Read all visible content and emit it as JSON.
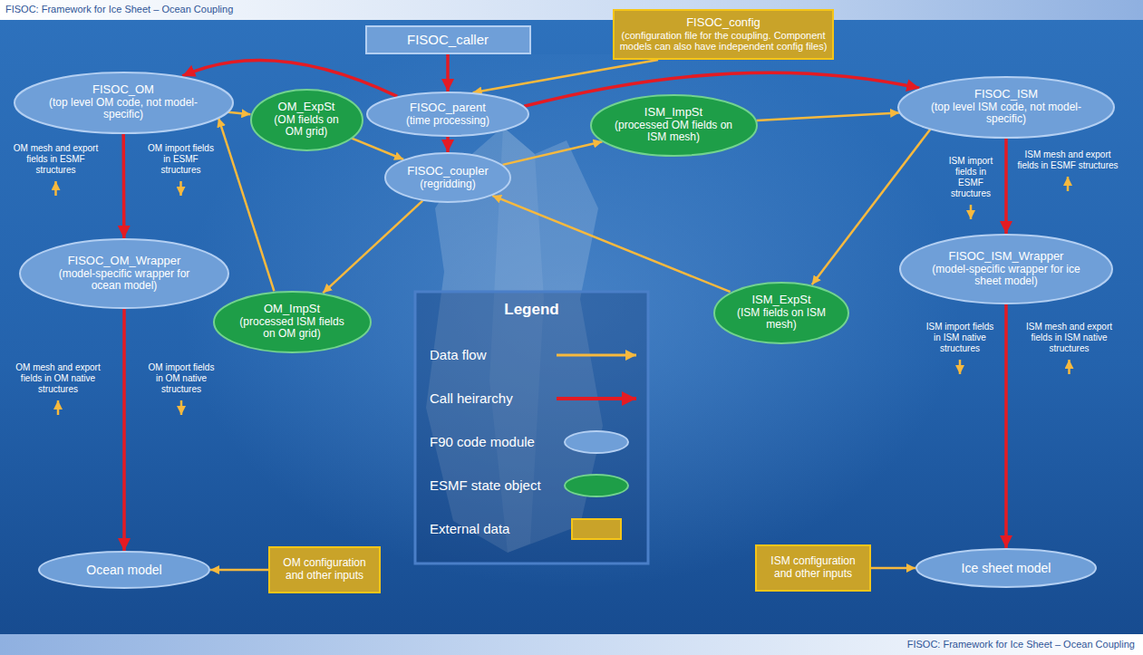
{
  "diagram": {
    "nodes": [
      {
        "text": [
          "FISOC_caller"
        ]
      },
      {
        "text": [
          "FISOC_config",
          "(configuration file for the coupling. Component models can also have independent config files)"
        ]
      },
      {
        "text": [
          "FISOC_parent",
          "(time processing)"
        ]
      },
      {
        "text": [
          "FISOC_OM",
          "(top level OM code, not model-specific)"
        ]
      },
      {
        "text": [
          "OM_ExpSt",
          "(OM fields on OM grid)"
        ]
      },
      {
        "text": [
          "FISOC_coupler",
          "(regridding)"
        ]
      },
      {
        "text": [
          "ISM_ImpSt",
          "(processed OM fields on ISM mesh)"
        ]
      },
      {
        "text": [
          "FISOC_ISM",
          "(top level ISM code, not model-specific)"
        ]
      },
      {
        "text": [
          "OM_ImpSt",
          "(processed ISM fields on OM grid)"
        ]
      },
      {
        "text": [
          "ISM_ExpSt",
          "(ISM fields on ISM mesh)"
        ]
      },
      {
        "text": [
          "FISOC_OM_Wrapper",
          "(model-specific wrapper for ocean model)"
        ]
      },
      {
        "text": [
          "FISOC_ISM_Wrapper",
          "(model-specific wrapper for ice sheet model)"
        ]
      },
      {
        "text": [
          "Ocean model"
        ]
      },
      {
        "text": [
          "OM configuration and other inputs"
        ]
      },
      {
        "text": [
          "Ice sheet model"
        ]
      },
      {
        "text": [
          "ISM configuration and other inputs"
        ]
      }
    ],
    "edges": [
      {
        "from": 0,
        "to": 2,
        "arrow": "to"
      },
      {
        "from": 1,
        "to": 2,
        "arrow": "to"
      },
      {
        "from": 2,
        "to": 3,
        "arrow": "to"
      },
      {
        "from": 2,
        "to": 5,
        "arrow": "to"
      },
      {
        "from": 2,
        "to": 7,
        "arrow": "to"
      },
      {
        "from": 3,
        "to": 4,
        "arrow": "to"
      },
      {
        "from": 4,
        "to": 5,
        "arrow": "to"
      },
      {
        "from": 5,
        "to": 6,
        "arrow": "to"
      },
      {
        "from": 6,
        "to": 7,
        "arrow": "to"
      },
      {
        "from": 7,
        "to": 9,
        "arrow": "to"
      },
      {
        "from": 9,
        "to": 5,
        "arrow": "to"
      },
      {
        "from": 5,
        "to": 8,
        "arrow": "to"
      },
      {
        "from": 8,
        "to": 3,
        "arrow": "to"
      },
      {
        "from": 3,
        "to": 10,
        "arrow": "to"
      },
      {
        "from": 10,
        "to": 12,
        "arrow": "to"
      },
      {
        "from": 13,
        "to": 12,
        "arrow": "to"
      },
      {
        "from": 7,
        "to": 11,
        "arrow": "to"
      },
      {
        "from": 11,
        "to": 14,
        "arrow": "to"
      },
      {
        "from": 15,
        "to": 14,
        "arrow": "to"
      }
    ],
    "labels": [
      "FISOC: Framework for Ice Sheet – Ocean Coupling",
      "OM mesh and export fields in ESMF structures",
      "OM import fields in ESMF structures",
      "OM mesh and export fields in OM native structures",
      "OM import fields in OM native structures",
      "ISM import fields in ESMF structures",
      "ISM mesh and export fields in ESMF structures",
      "ISM import fields in ISM native structures",
      "ISM mesh and export fields in ISM native structures",
      "Legend",
      "FISOC: Framework for Ice Sheet – Ocean Coupling"
    ],
    "legend": [
      {
        "text": "Data flow"
      },
      {
        "text": "Call heirarchy"
      },
      {
        "text": "F90 code module",
        "color": "#6f9fd8"
      },
      {
        "text": "ESMF state object",
        "color": "#1e9e48"
      },
      {
        "text": "External data",
        "color": "#c9a329"
      }
    ]
  }
}
